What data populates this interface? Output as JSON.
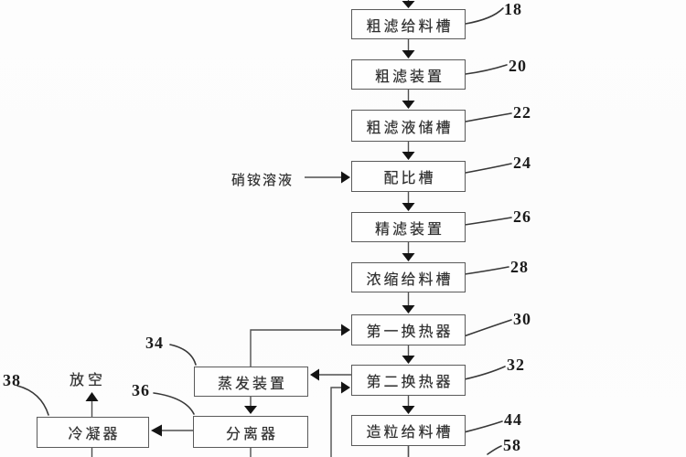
{
  "figure": {
    "type": "process-flow-diagram",
    "background_color": "#fdfdfd",
    "box_border_color": "#5a5a5a",
    "line_color": "#4f4f4f",
    "arrow_color": "#141414",
    "text_color": "#2f2f2f"
  },
  "flow_boxes": [
    {
      "label": "粗滤给料槽",
      "ref": "18"
    },
    {
      "label": "粗滤装置",
      "ref": "20"
    },
    {
      "label": "粗滤液储槽",
      "ref": "22"
    },
    {
      "label": "配比槽",
      "ref": "24"
    },
    {
      "label": "精滤装置",
      "ref": "26"
    },
    {
      "label": "浓缩给料槽",
      "ref": "28"
    },
    {
      "label": "第一换热器",
      "ref": "30"
    },
    {
      "label": "第二换热器",
      "ref": "32"
    },
    {
      "label": "造粒给料槽",
      "ref": "44"
    },
    {
      "label": "蒸发装置",
      "ref": "34"
    },
    {
      "label": "分离器",
      "ref": "36"
    },
    {
      "label": "冷凝器",
      "ref": "38"
    }
  ],
  "labels": {
    "nitrate_solution": "硝铵溶液",
    "vent": "放空",
    "bottom_ref": "58"
  }
}
